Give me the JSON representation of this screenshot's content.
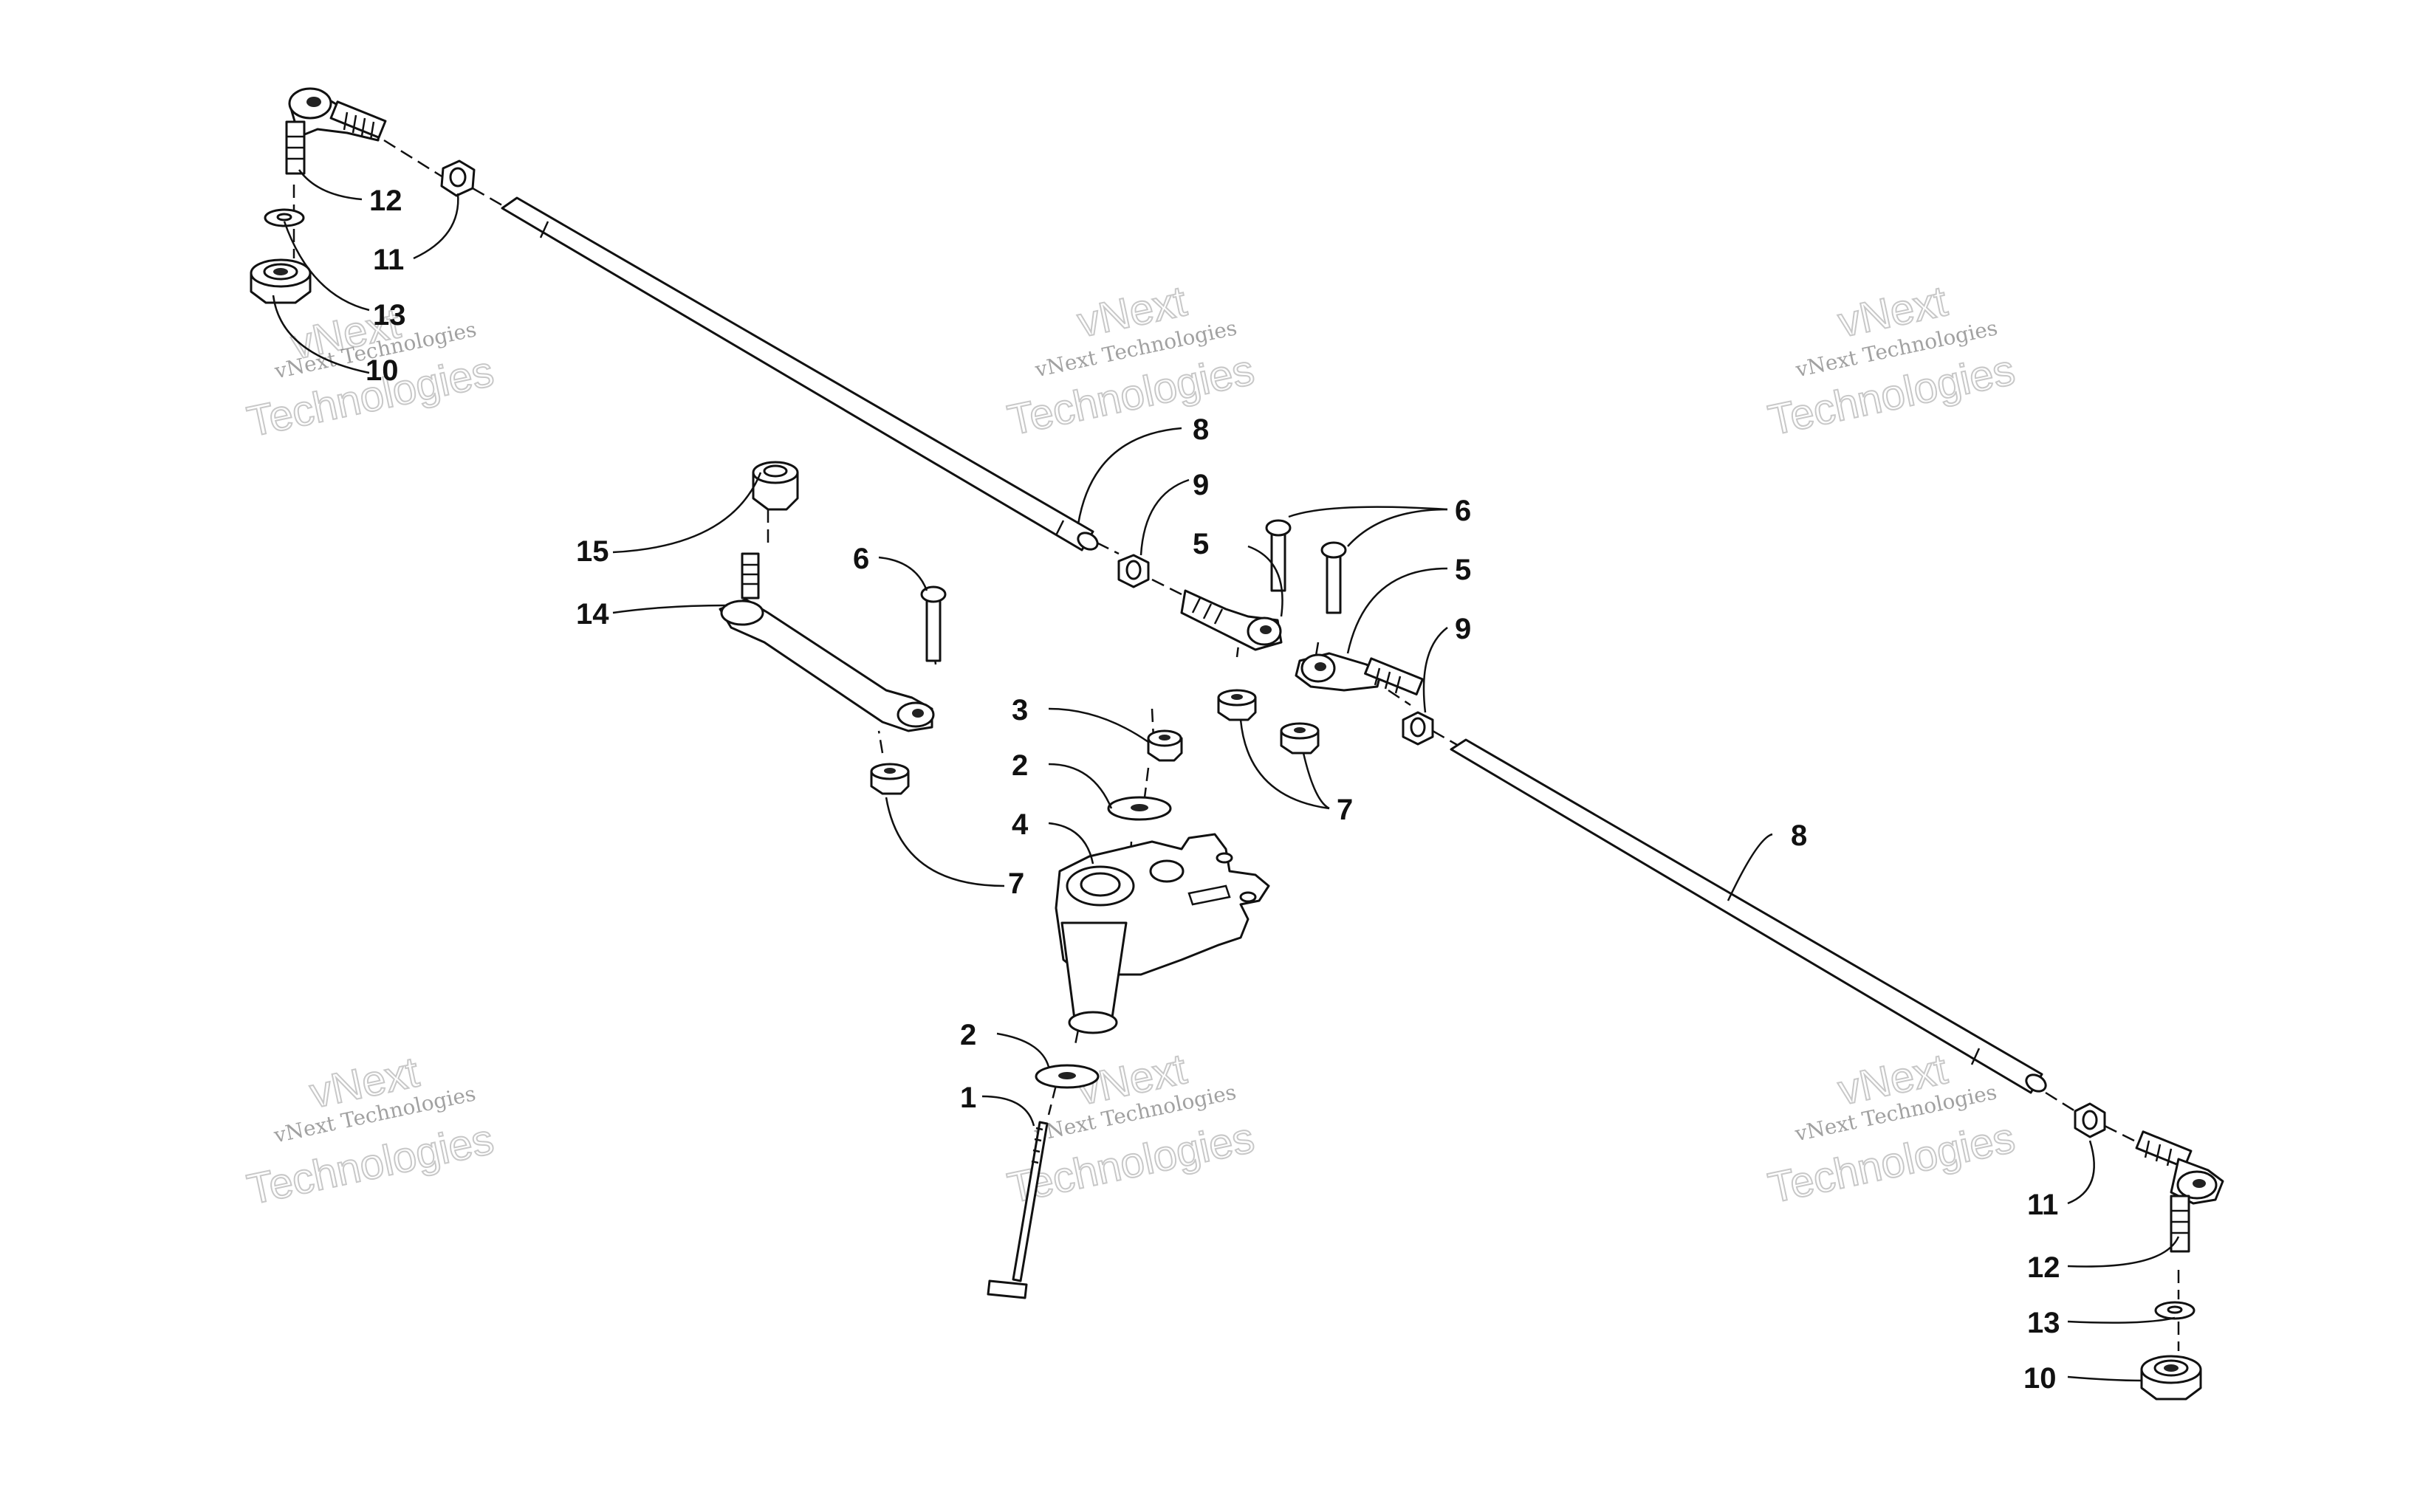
{
  "watermark": {
    "line1": "vNext",
    "line2": "vNext Technologies",
    "line3": "Technologies"
  },
  "callouts": {
    "c1": "1",
    "c2a": "2",
    "c2b": "2",
    "c3": "3",
    "c4": "4",
    "c5a": "5",
    "c5b": "5",
    "c6a": "6",
    "c6b": "6",
    "c7a": "7",
    "c7b": "7",
    "c8a": "8",
    "c8b": "8",
    "c9a": "9",
    "c9b": "9",
    "c10a": "10",
    "c10b": "10",
    "c11a": "11",
    "c11b": "11",
    "c12a": "12",
    "c12b": "12",
    "c13a": "13",
    "c13b": "13",
    "c14": "14",
    "c15": "15"
  }
}
